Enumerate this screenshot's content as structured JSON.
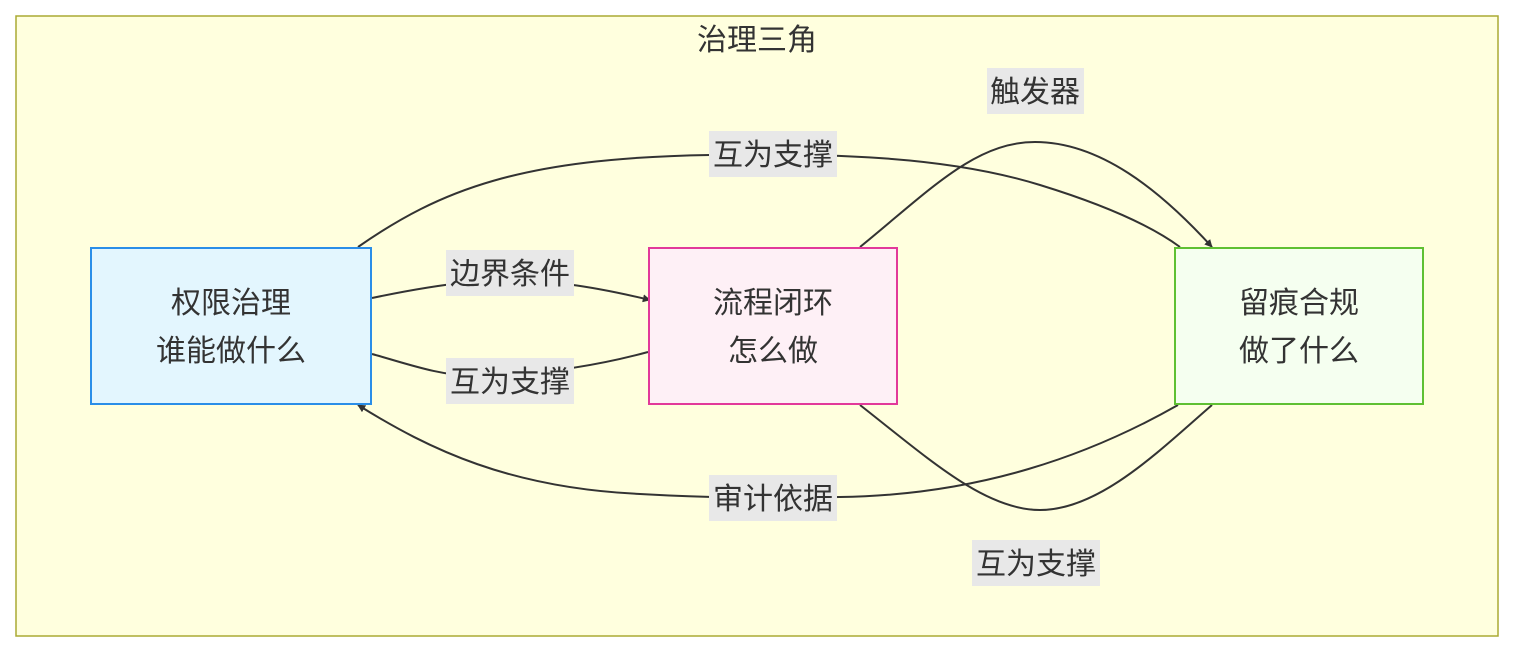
{
  "cluster": {
    "title": "治理三角",
    "fill": "#ffffde",
    "stroke": "#aaaa33"
  },
  "nodes": {
    "permission": {
      "line1": "权限治理",
      "line2": "谁能做什么",
      "fill": "#e3f6fe",
      "stroke": "#2a8ee8"
    },
    "process": {
      "line1": "流程闭环",
      "line2": "怎么做",
      "fill": "#fef0f6",
      "stroke": "#e2399a"
    },
    "trace": {
      "line1": "留痕合规",
      "line2": "做了什么",
      "fill": "#f5fff0",
      "stroke": "#5fc033"
    }
  },
  "edges": {
    "perm_to_trace": {
      "label": "互为支撑"
    },
    "process_to_trace": {
      "label": "触发器"
    },
    "perm_to_process": {
      "label": "边界条件"
    },
    "process_to_perm": {
      "label": "互为支撑"
    },
    "trace_to_perm": {
      "label": "审计依据"
    },
    "trace_to_process": {
      "label": "互为支撑"
    }
  }
}
